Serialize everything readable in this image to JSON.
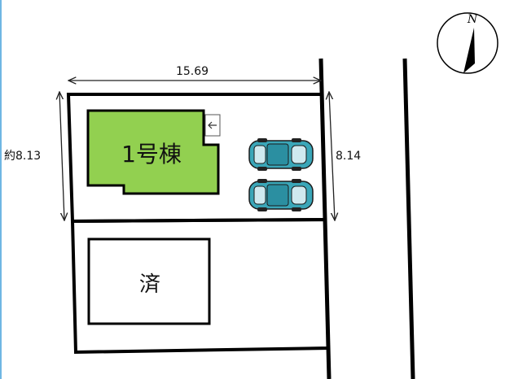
{
  "lots": {
    "lot1_label": "1号棟",
    "lot2_label": "済"
  },
  "dimensions": {
    "top_width": "15.69",
    "left_depth": "約8.13",
    "right_depth": "8.14"
  },
  "compass": {
    "north_label": "N"
  },
  "colors": {
    "building_fill": "#92d050",
    "car_body": "#3aa6b8",
    "accent": "#6fb7e3"
  },
  "icons": {
    "entrance": "entrance-arrow-icon",
    "compass": "north-compass-icon",
    "car": "car-icon"
  }
}
